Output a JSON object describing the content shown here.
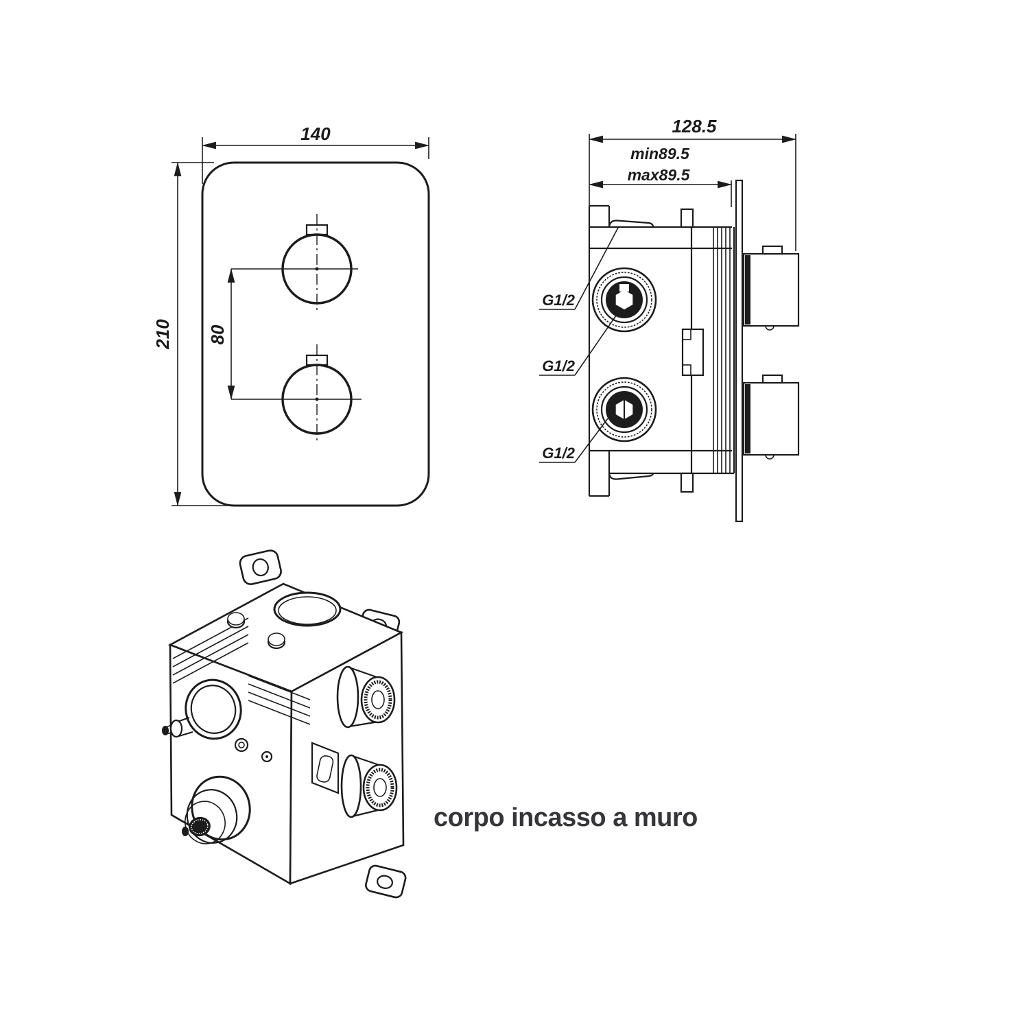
{
  "caption": "corpo incasso a muro",
  "colors": {
    "line": "#1c1c1c",
    "caption_text": "#36363a",
    "background": "#ffffff"
  },
  "front_view": {
    "width_dim": "140",
    "height_dim": "210",
    "knob_spacing_dim": "80"
  },
  "side_view": {
    "depth_dim": "128.5",
    "min_depth_label": "min89.5",
    "max_depth_label": "max89.5",
    "port_labels": [
      "G1/2",
      "G1/2",
      "G1/2"
    ]
  }
}
